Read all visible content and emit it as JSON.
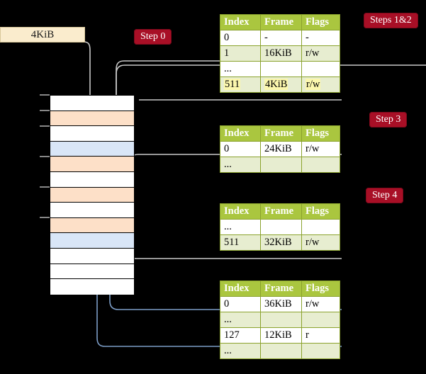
{
  "labels": {
    "kib_box": "4KiB",
    "step0": "Step 0",
    "steps12": "Steps 1&2",
    "step3": "Step 3",
    "step4": "Step 4"
  },
  "colors": {
    "pill_bg": "#a80f26",
    "table_header_bg": "#aac63f",
    "table_alt_row_bg": "#e7edd0",
    "highlight": "#fbf7ad",
    "mem_orange": "#fde0c8",
    "mem_blue": "#d9e6f7",
    "kib_box_bg": "#faeccd"
  },
  "memory_column": {
    "rows": [
      {
        "fill": "white"
      },
      {
        "fill": "orange"
      },
      {
        "fill": "white"
      },
      {
        "fill": "blue"
      },
      {
        "fill": "orange"
      },
      {
        "fill": "white"
      },
      {
        "fill": "orange"
      },
      {
        "fill": "white"
      },
      {
        "fill": "orange"
      },
      {
        "fill": "blue"
      },
      {
        "fill": "white"
      },
      {
        "fill": "white"
      },
      {
        "fill": "white"
      }
    ]
  },
  "tables": [
    {
      "id": "table-level4",
      "headers": [
        "Index",
        "Frame",
        "Flags"
      ],
      "rows": [
        {
          "cells": [
            "0",
            "-",
            "-"
          ],
          "style": "norm",
          "highlight": false
        },
        {
          "cells": [
            "1",
            "16KiB",
            "r/w"
          ],
          "style": "alt",
          "highlight": false
        },
        {
          "cells": [
            "...",
            "",
            ""
          ],
          "style": "norm",
          "highlight": false
        },
        {
          "cells": [
            "511",
            "4KiB",
            "r/w"
          ],
          "style": "alt",
          "highlight": true
        }
      ]
    },
    {
      "id": "table-level3",
      "headers": [
        "Index",
        "Frame",
        "Flags"
      ],
      "rows": [
        {
          "cells": [
            "0",
            "24KiB",
            "r/w"
          ],
          "style": "norm",
          "highlight": false
        },
        {
          "cells": [
            "...",
            "",
            ""
          ],
          "style": "alt",
          "highlight": false
        }
      ]
    },
    {
      "id": "table-level2",
      "headers": [
        "Index",
        "Frame",
        "Flags"
      ],
      "rows": [
        {
          "cells": [
            "...",
            "",
            ""
          ],
          "style": "norm",
          "highlight": false
        },
        {
          "cells": [
            "511",
            "32KiB",
            "r/w"
          ],
          "style": "alt",
          "highlight": false
        }
      ]
    },
    {
      "id": "table-level1",
      "headers": [
        "Index",
        "Frame",
        "Flags"
      ],
      "rows": [
        {
          "cells": [
            "0",
            "36KiB",
            "r/w"
          ],
          "style": "norm",
          "highlight": false
        },
        {
          "cells": [
            "...",
            "",
            ""
          ],
          "style": "alt",
          "highlight": false
        },
        {
          "cells": [
            "127",
            "12KiB",
            "r"
          ],
          "style": "norm",
          "highlight": false
        },
        {
          "cells": [
            "...",
            "",
            ""
          ],
          "style": "alt",
          "highlight": false
        }
      ]
    }
  ]
}
